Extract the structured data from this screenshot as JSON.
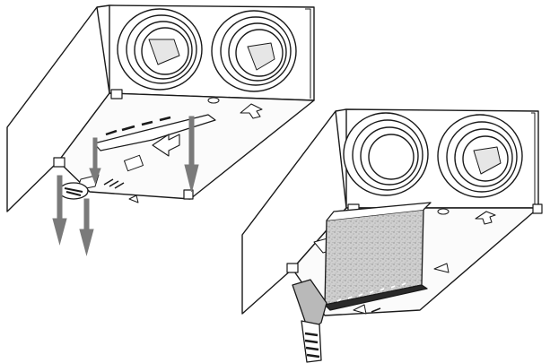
{
  "figure": {
    "panels": [
      {
        "id": "left",
        "content": "filter-removal"
      },
      {
        "id": "right",
        "content": "filter-insertion"
      }
    ],
    "colors": {
      "line": "#1a1a1a",
      "arrow_fill": "#7a7a7a",
      "filter_fill": "#c9c9c9",
      "background": "#ffffff"
    }
  }
}
